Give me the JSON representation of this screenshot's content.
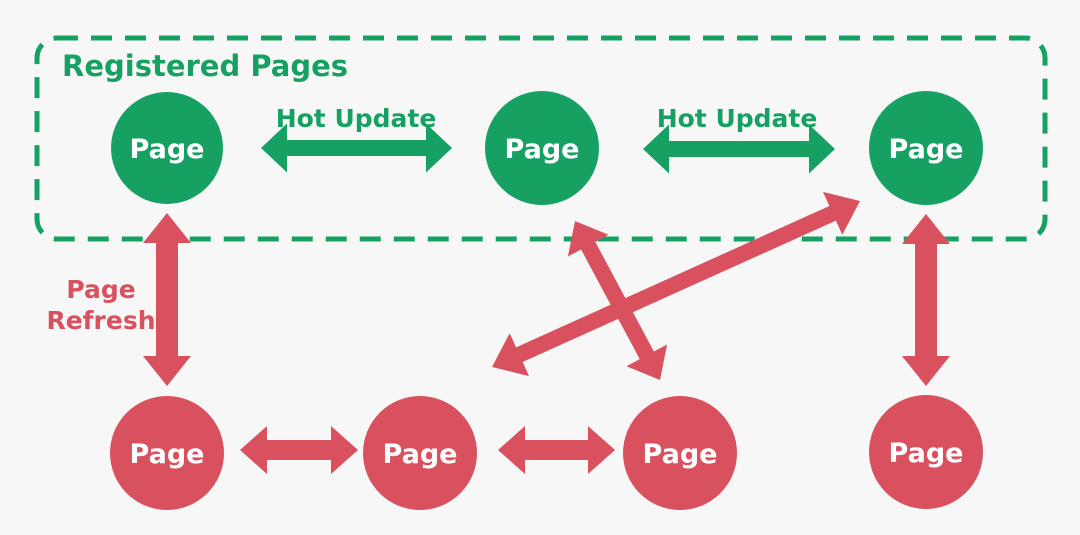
{
  "colors": {
    "green": "#16a163",
    "red": "#d9515f",
    "background": "#f7f7f8",
    "node_text": "#ffffff"
  },
  "box": {
    "title": "Registered Pages"
  },
  "labels": {
    "hot_update": "Hot Update",
    "page_refresh_line1": "Page",
    "page_refresh_line2": "Refresh"
  },
  "registered_pages": [
    {
      "label": "Page"
    },
    {
      "label": "Page"
    },
    {
      "label": "Page"
    }
  ],
  "unregistered_pages": [
    {
      "label": "Page"
    },
    {
      "label": "Page"
    },
    {
      "label": "Page"
    },
    {
      "label": "Page"
    }
  ]
}
